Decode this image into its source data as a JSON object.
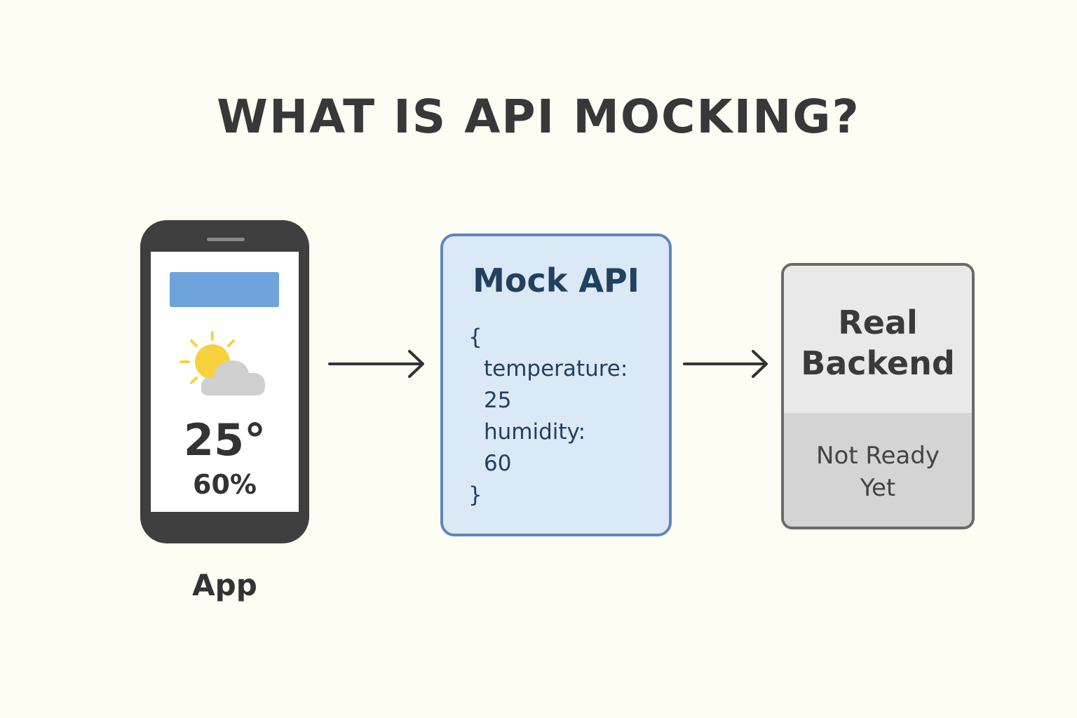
{
  "title": "WHAT IS API MOCKING?",
  "app": {
    "label": "App",
    "screen": {
      "weather_icon": "partly-cloudy-icon",
      "temperature": "25°",
      "humidity": "60%"
    }
  },
  "mock_api": {
    "title": "Mock API",
    "code_lines": [
      "{",
      "temperature:",
      "25",
      "humidity:",
      "60",
      "}"
    ]
  },
  "real_backend": {
    "title_line1": "Real",
    "title_line2": "Backend",
    "status_line1": "Not Ready",
    "status_line2": "Yet"
  },
  "arrows": [
    "app-to-mock",
    "mock-to-backend"
  ],
  "colors": {
    "background": "#fdfdf3",
    "phone_body": "#3f3f3f",
    "header_bar": "#6fa3db",
    "mock_fill": "#dbe8f6",
    "mock_border": "#5f86be",
    "mock_text": "#23405f",
    "backend_border": "#6a6a6a",
    "sun": "#f7d23c",
    "cloud": "#cfcfcf"
  }
}
